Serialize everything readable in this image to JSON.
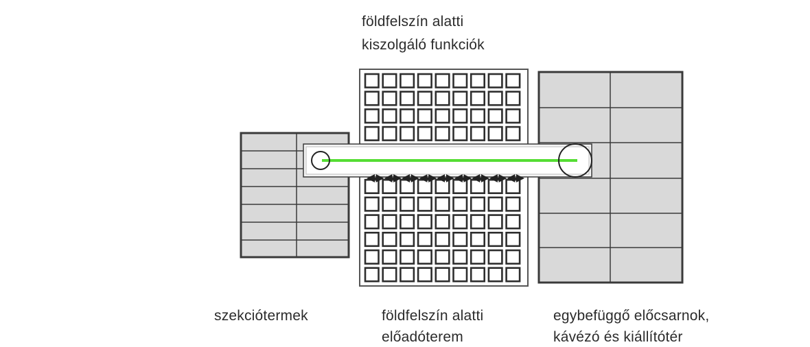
{
  "labels": {
    "top_line1": "földfelszín alatti",
    "top_line2": "kiszolgáló funkciók",
    "left": "szekciótermek",
    "middle_line1": "földfelszín alatti",
    "middle_line2": "előadóterem",
    "right_line1": "egybefüggő előcsarnok,",
    "right_line2": "kávézó és kiállítótér"
  },
  "colors": {
    "cell_fill": "#d9d9d9",
    "outline": "#3a3a3a",
    "connector": "#55dd33",
    "background": "#ffffff"
  },
  "icons": {
    "arrows": "double-headed arrow chain",
    "nodes": "circle"
  }
}
